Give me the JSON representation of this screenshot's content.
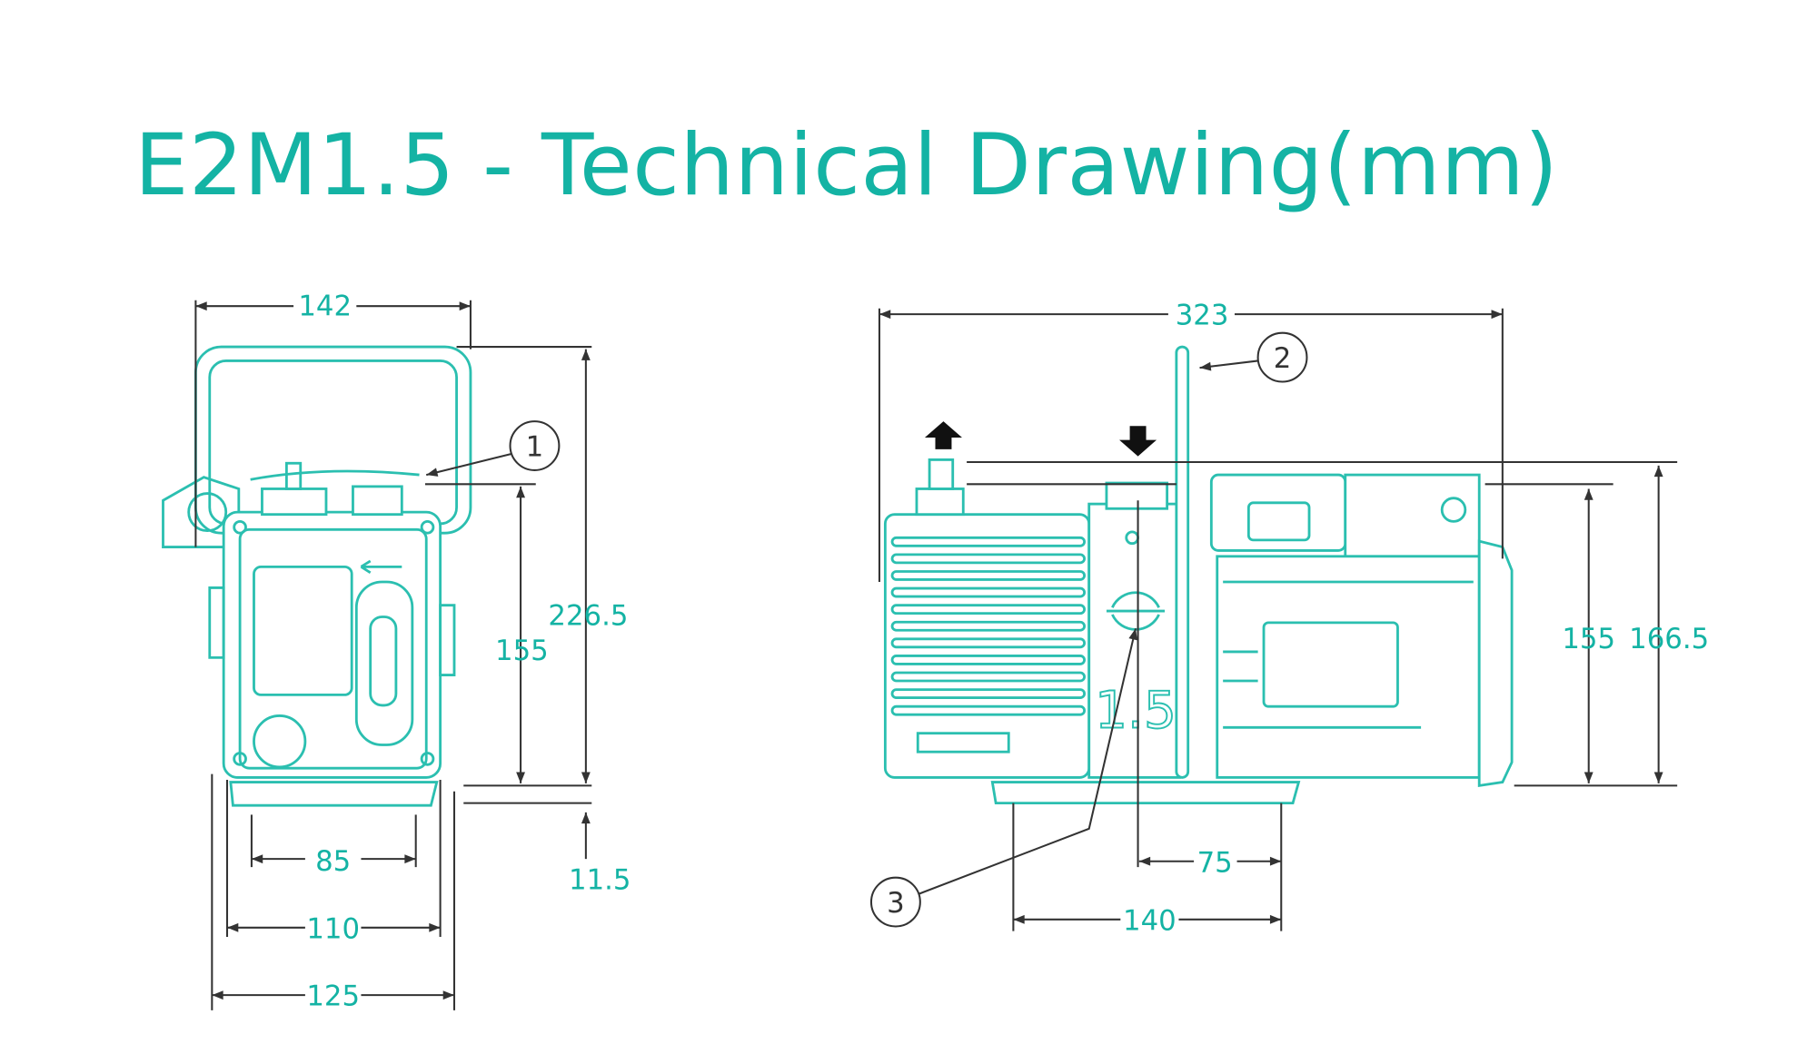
{
  "title": "E2M1.5 - Technical Drawing(mm)",
  "front_view": {
    "dimensions": {
      "overall_width": "142",
      "overall_height": "226.5",
      "inlet_height": "155",
      "foot_height": "11.5",
      "foot_spacing_inner": "85",
      "foot_spacing_outer": "110",
      "base_width": "125"
    },
    "callouts": [
      "1"
    ]
  },
  "side_view": {
    "dimensions": {
      "overall_length": "323",
      "height_outlet": "155",
      "height_inlet": "166.5",
      "foot_offset": "75",
      "foot_spacing": "140"
    },
    "callouts": [
      "2",
      "3"
    ],
    "nameplate_text": "1.5"
  },
  "colors": {
    "accent": "#14b3a4",
    "line": "#333333"
  }
}
